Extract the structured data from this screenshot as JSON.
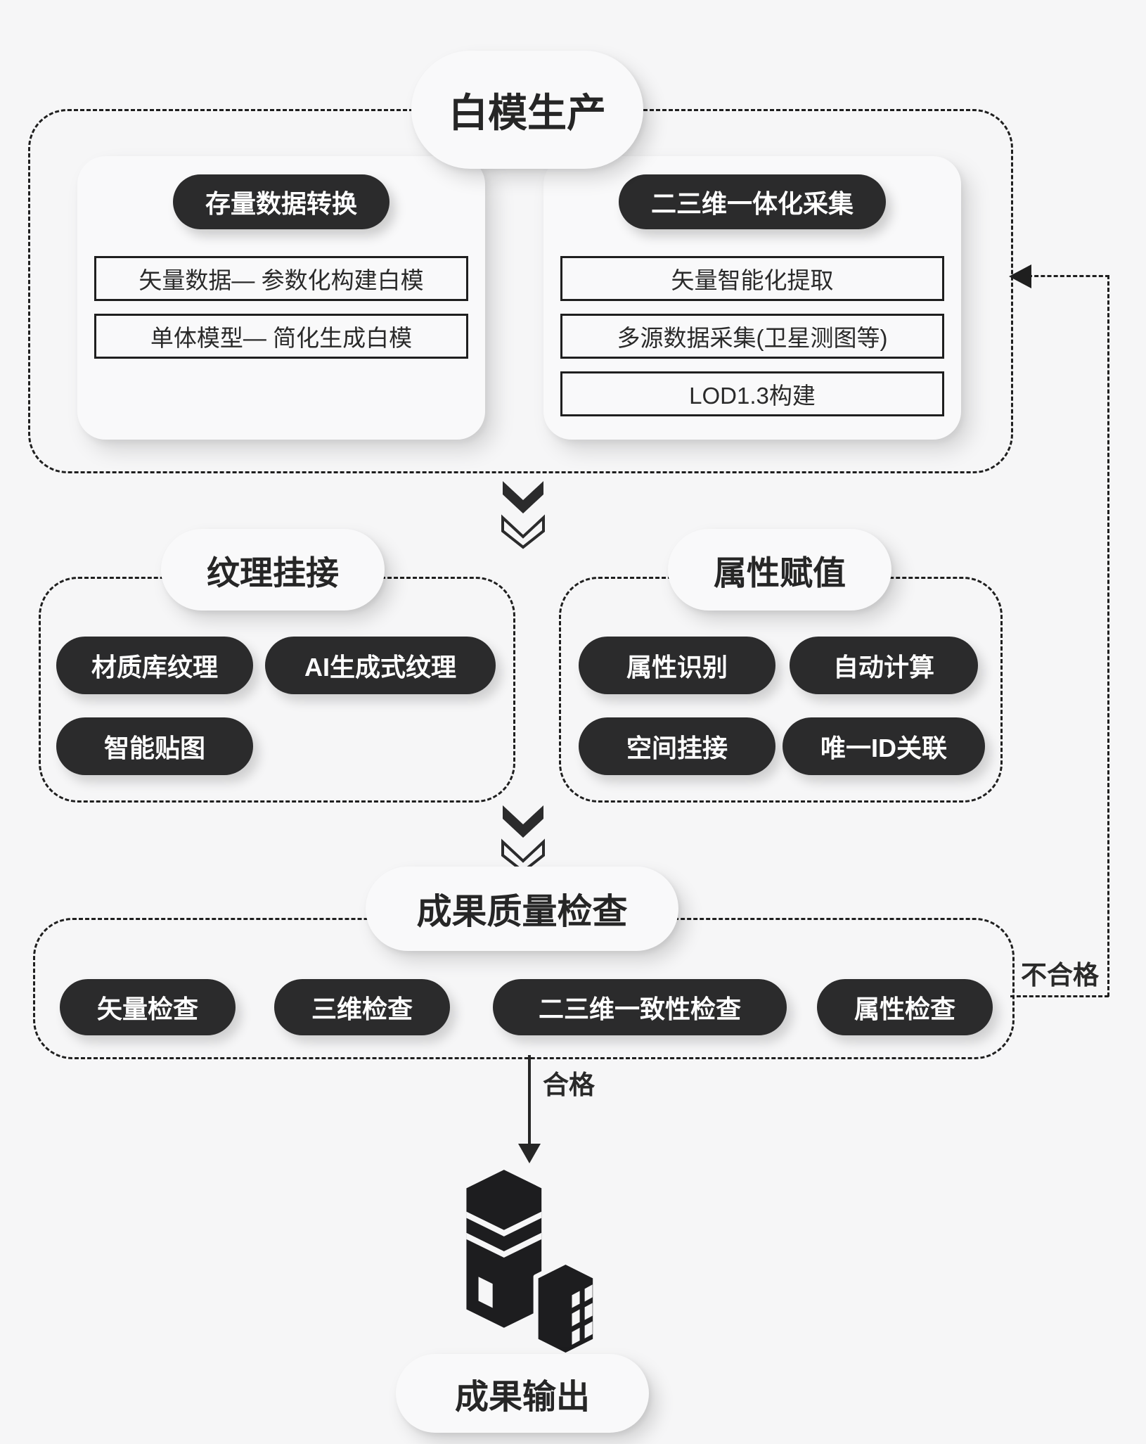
{
  "colors": {
    "background": "#f6f6f7",
    "ink": "#1f1f1f",
    "dark_pill": "#2b2b2c",
    "pill_text": "#ffffff",
    "card": "#f9f9fa",
    "text": "#2a2a2a"
  },
  "top_section": {
    "title": "白模生产",
    "left_card": {
      "header": "存量数据转换",
      "rows": [
        "矢量数据— 参数化构建白模",
        "单体模型— 简化生成白模"
      ]
    },
    "right_card": {
      "header": "二三维一体化采集",
      "rows": [
        "矢量智能化提取",
        "多源数据采集(卫星测图等)",
        "LOD1.3构建"
      ]
    }
  },
  "texture_section": {
    "title": "纹理挂接",
    "pills": [
      "材质库纹理",
      "AI生成式纹理",
      "智能贴图"
    ]
  },
  "attribute_section": {
    "title": "属性赋值",
    "pills": [
      "属性识别",
      "自动计算",
      "空间挂接",
      "唯一ID关联"
    ]
  },
  "quality_section": {
    "title": "成果质量检查",
    "pills": [
      "矢量检查",
      "三维检查",
      "二三维一致性检查",
      "属性检查"
    ]
  },
  "labels": {
    "pass": "合格",
    "fail": "不合格"
  },
  "output": {
    "title": "成果输出"
  },
  "icons": {
    "flow_arrow": "chevron-down-double-icon",
    "pass_arrow": "arrow-down-icon",
    "fail_arrow": "arrow-left-icon",
    "result": "buildings-icon"
  }
}
